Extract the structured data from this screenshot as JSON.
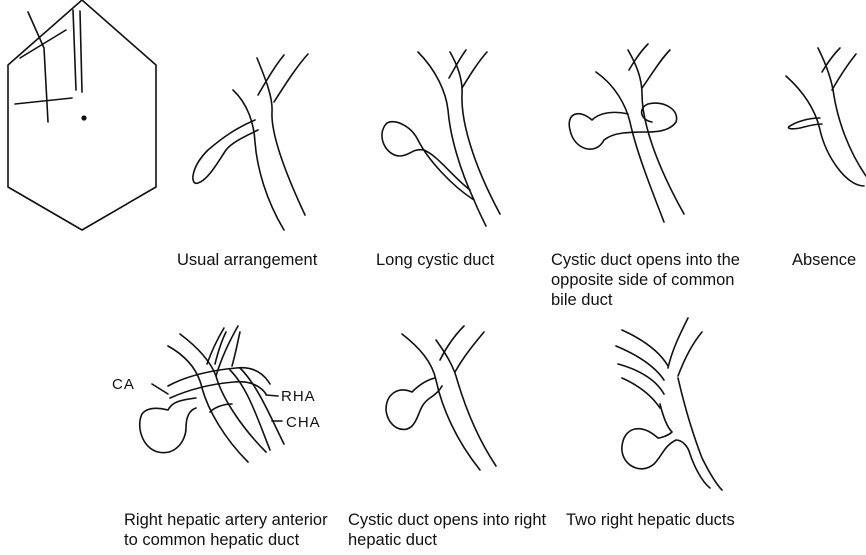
{
  "captions": {
    "usual": "Usual arrangement",
    "long_cystic": "Long cystic duct",
    "opposite_side": "Cystic duct opens into the\nopposite side of common\nbile duct",
    "absence": "Absence",
    "rha_anterior": "Right hepatic artery anterior\nto common hepatic duct",
    "right_hepatic": "Cystic duct opens into right\nhepatic duct",
    "two_right": "Two right hepatic ducts"
  },
  "labels": {
    "ca": "CA",
    "rha": "RHA",
    "cha": "CHA"
  }
}
